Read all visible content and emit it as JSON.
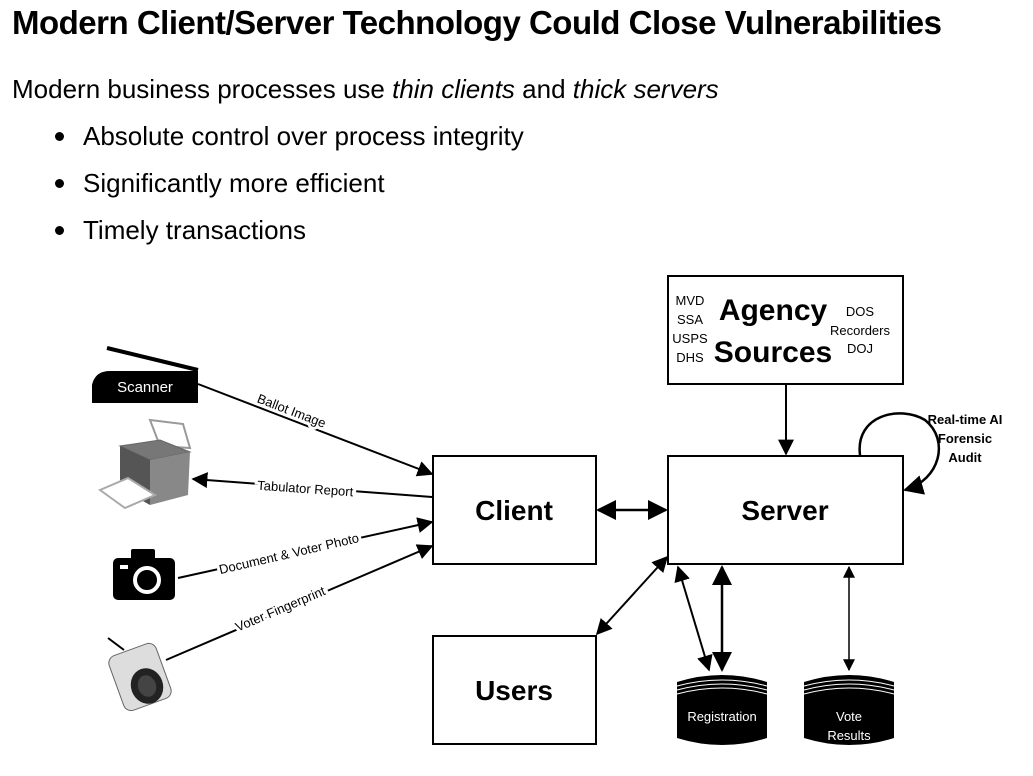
{
  "slide": {
    "title": "Modern Client/Server Technology Could Close Vulnerabilities",
    "lead": {
      "prefix": "Modern business processes use ",
      "italic1": "thin clients",
      "middle": " and ",
      "italic2": "thick servers"
    },
    "bullets": [
      "Absolute control over process integrity",
      "Significantly more efficient",
      "Timely transactions"
    ]
  },
  "diagram": {
    "nodes": {
      "client": "Client",
      "server": "Server",
      "users": "Users",
      "agency": {
        "title_line1": "Agency",
        "title_line2": "Sources",
        "left_items": [
          "MVD",
          "SSA",
          "USPS",
          "DHS"
        ],
        "right_items": [
          "DOS",
          "Recorders",
          "DOJ"
        ]
      },
      "registration_db": "Registration",
      "vote_results_db": [
        "Vote",
        "Results"
      ],
      "scanner": "Scanner",
      "printer_icon": "printer-icon",
      "camera_icon": "camera-icon",
      "fingerprint_icon": "fingerprint-reader-icon"
    },
    "edges": {
      "ballot_image": "Ballot Image",
      "tabulator_report": "Tabulator Report",
      "document_photo": "Document & Voter Photo",
      "voter_fingerprint": "Voter Fingerprint",
      "ai_audit": [
        "Real-time AI",
        "Forensic",
        "Audit"
      ]
    }
  }
}
